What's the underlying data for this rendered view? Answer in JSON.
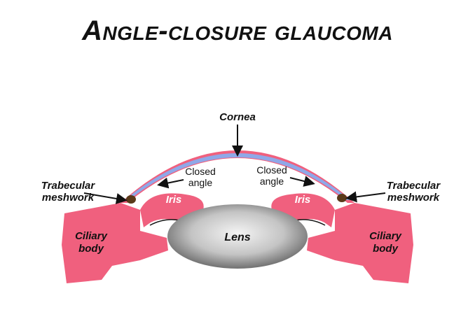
{
  "title": "Angle-closure glaucoma",
  "labels": {
    "cornea": "Cornea",
    "closed_angle_left_1": "Closed",
    "closed_angle_left_2": "angle",
    "closed_angle_right_1": "Closed",
    "closed_angle_right_2": "angle",
    "iris_left": "Iris",
    "iris_right": "Iris",
    "lens": "Lens",
    "trabecular_left_1": "Trabecular",
    "trabecular_left_2": "meshwork",
    "trabecular_right_1": "Trabecular",
    "trabecular_right_2": "meshwork",
    "ciliary_left_1": "Ciliary",
    "ciliary_left_2": "body",
    "ciliary_right_1": "Ciliary",
    "ciliary_right_2": "body"
  },
  "colors": {
    "tissue": "#f0607e",
    "cornea_inner": "#8fa8e8",
    "lens_light": "#f2f2f2",
    "lens_dark": "#6a6a6a",
    "meshwork": "#5a3a1a",
    "text": "#111111"
  }
}
